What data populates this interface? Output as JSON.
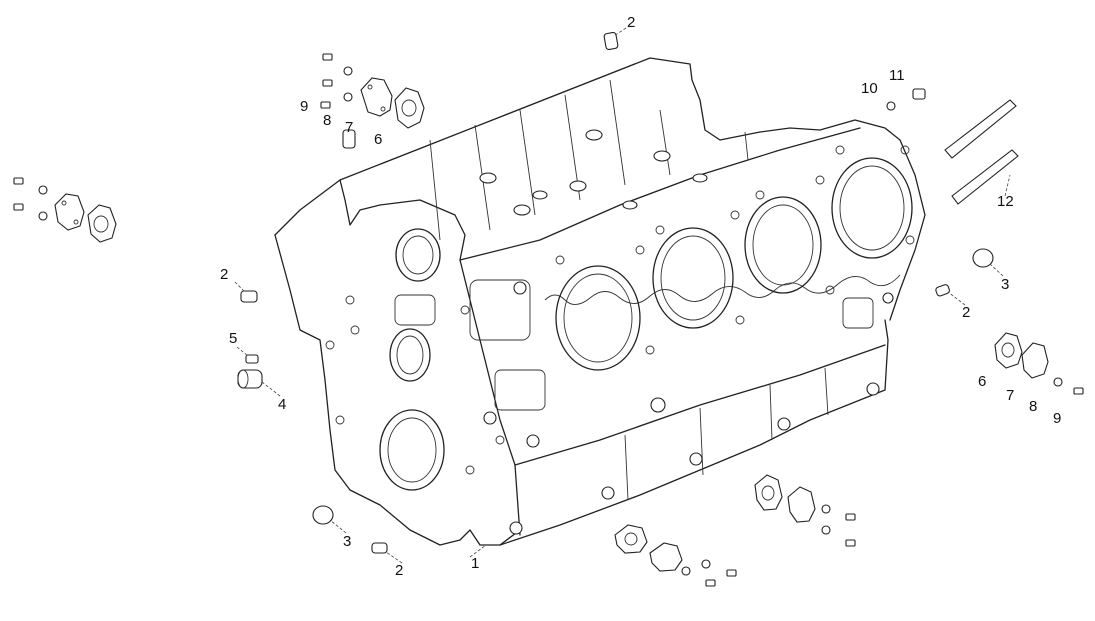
{
  "callouts": [
    {
      "id": "c1",
      "text": "1"
    },
    {
      "id": "c2a",
      "text": "2"
    },
    {
      "id": "c2b",
      "text": "2"
    },
    {
      "id": "c2c",
      "text": "2"
    },
    {
      "id": "c2d",
      "text": "2"
    },
    {
      "id": "c3a",
      "text": "3"
    },
    {
      "id": "c3b",
      "text": "3"
    },
    {
      "id": "c4",
      "text": "4"
    },
    {
      "id": "c5",
      "text": "5"
    },
    {
      "id": "c6a",
      "text": "6"
    },
    {
      "id": "c6b",
      "text": "6"
    },
    {
      "id": "c7a",
      "text": "7"
    },
    {
      "id": "c7b",
      "text": "7"
    },
    {
      "id": "c8a",
      "text": "8"
    },
    {
      "id": "c8b",
      "text": "8"
    },
    {
      "id": "c9a",
      "text": "9"
    },
    {
      "id": "c9b",
      "text": "9"
    },
    {
      "id": "c10",
      "text": "10"
    },
    {
      "id": "c11",
      "text": "11"
    },
    {
      "id": "c12",
      "text": "12"
    }
  ],
  "colors": {
    "line": "#222222",
    "background": "#ffffff"
  }
}
